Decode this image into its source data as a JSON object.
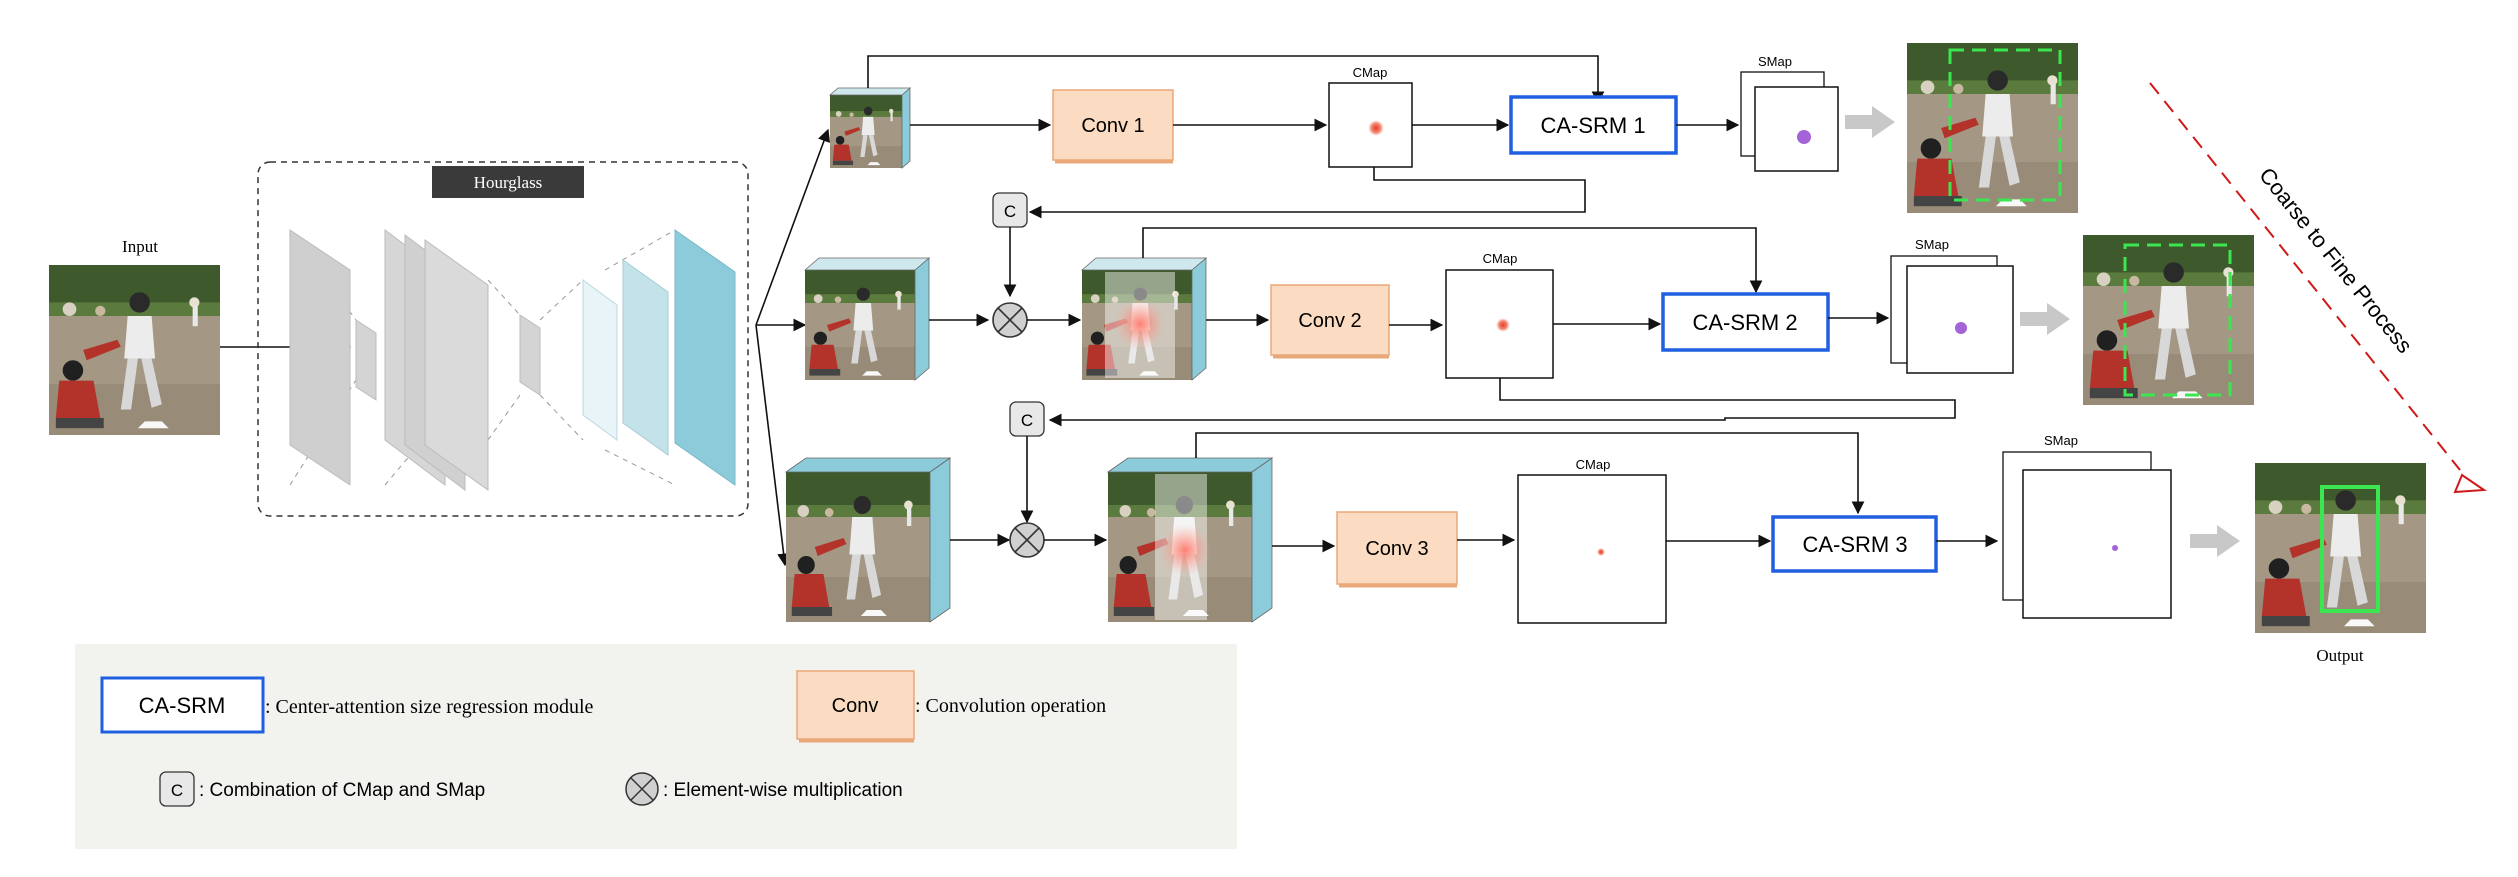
{
  "colors": {
    "ca_srm_border": "#1f5fe0",
    "conv_fill": "#fbdcc2",
    "conv_border": "#e9a878",
    "teal": "#8ccbd9",
    "cmap_dot": "#e23c2c",
    "smap_dot": "#a463d8",
    "crop_box": "#3ce650",
    "coarse_arrow": "#d01818",
    "legend_bg": "#f2f2ee"
  },
  "input_label": "Input",
  "output_label": "Output",
  "hourglass_label": "Hourglass",
  "coarse_to_fine": "Coarse to Fine Process",
  "stages": [
    {
      "conv": "Conv 1",
      "cmap": "CMap",
      "ca_srm": "CA-SRM 1",
      "smap": "SMap"
    },
    {
      "combine": "C",
      "conv": "Conv 2",
      "cmap": "CMap",
      "ca_srm": "CA-SRM 2",
      "smap": "SMap"
    },
    {
      "combine": "C",
      "conv": "Conv 3",
      "cmap": "CMap",
      "ca_srm": "CA-SRM 3",
      "smap": "SMap"
    }
  ],
  "legend": {
    "ca_srm_label": "CA-SRM",
    "ca_srm_desc": ":  Center-attention size regression module",
    "conv_label": "Conv",
    "conv_desc": ":  Convolution operation",
    "c_label": "C",
    "c_desc": ":  Combination of CMap and SMap",
    "mult_desc": ":  Element-wise multiplication"
  }
}
